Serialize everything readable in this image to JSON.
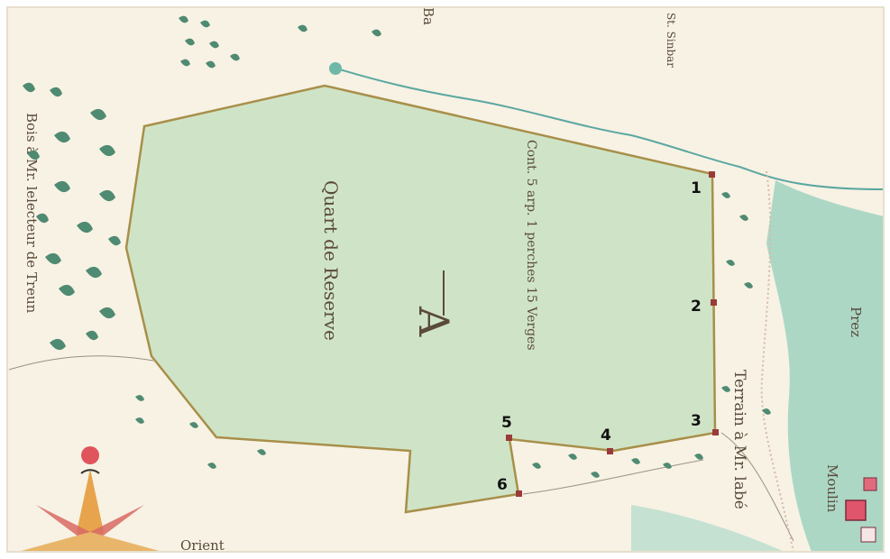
{
  "map": {
    "parcel_letter": "A",
    "parcel_name": "Quart de Reserve",
    "parcel_content": "Cont. 5 arp. 1 perches 15 Verges",
    "labels": {
      "woods_owner": "Bois à Mr. lelecteur de Treun",
      "terrain_owner": "Terrain à Mr. labé",
      "mill": "Moulin",
      "meadow": "Prez",
      "orient": "Orient",
      "top_ba": "Ba",
      "top_right": "St. Sinbar"
    },
    "boundary_markers": [
      "1",
      "2",
      "3",
      "4",
      "5",
      "6"
    ],
    "colors": {
      "parcel_fill": "#cfe4c6",
      "parcel_border": "#a88f4a",
      "water": "#9fd2bf",
      "paper": "#f7f2e4",
      "tree": "#4f8a72",
      "marker": "#9b3a3a"
    }
  }
}
